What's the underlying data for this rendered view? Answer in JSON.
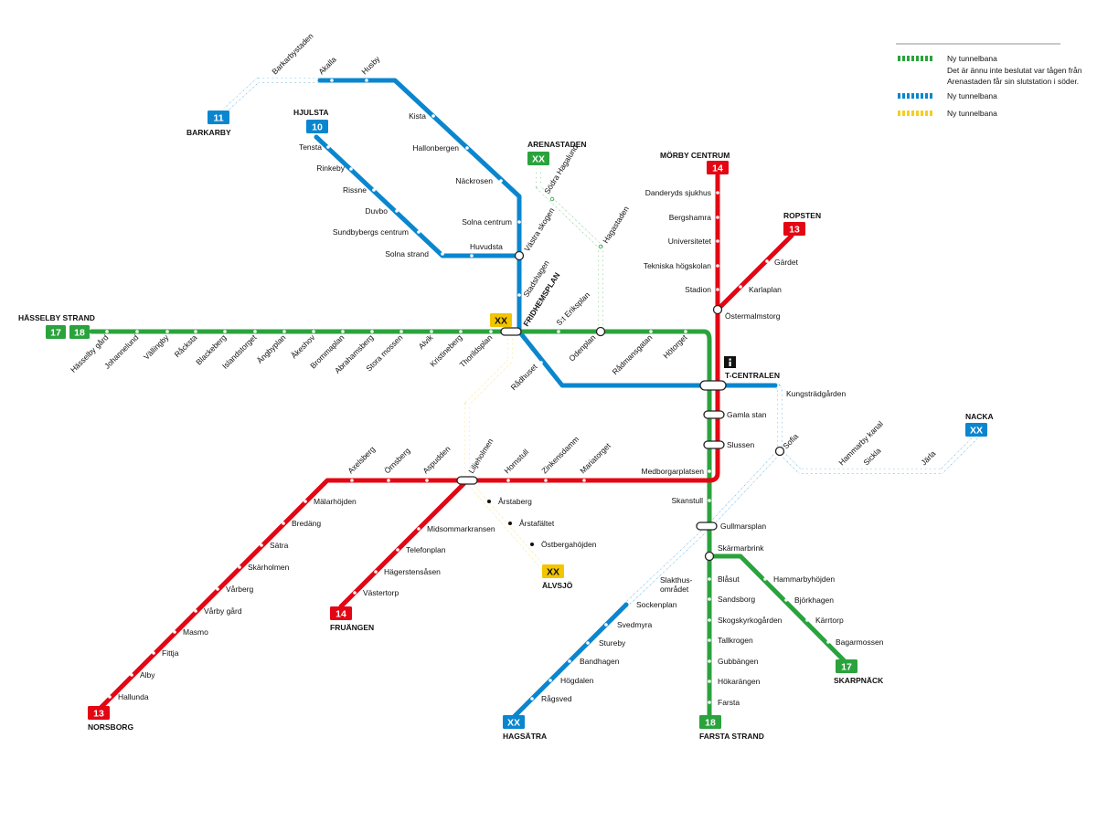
{
  "colors": {
    "red": "#e30613",
    "blue": "#0a86cf",
    "green": "#2aa33d",
    "yellow": "#f4cf1e",
    "badge_yellow": "#f2c500"
  },
  "legend": {
    "items": [
      {
        "color": "green",
        "text": "Ny tunnelbana"
      },
      {
        "color": "",
        "text": "Det är ännu inte beslutat var tågen från"
      },
      {
        "color": "",
        "text": "Arenastaden får sin slutstation i söder."
      },
      {
        "color": "blue",
        "text": "Ny tunnelbana"
      },
      {
        "color": "yellow",
        "text": "Ny tunnelbana"
      }
    ]
  },
  "badges": [
    {
      "text": "11",
      "color": "blue"
    },
    {
      "text": "10",
      "color": "blue"
    },
    {
      "text": "XX",
      "color": "green"
    },
    {
      "text": "14",
      "color": "red"
    },
    {
      "text": "13",
      "color": "red"
    },
    {
      "text": "17",
      "color": "green"
    },
    {
      "text": "18",
      "color": "green"
    },
    {
      "text": "XX",
      "color": "badge_yellow"
    },
    {
      "text": "XX",
      "color": "blue"
    },
    {
      "text": "14",
      "color": "red"
    },
    {
      "text": "XX",
      "color": "badge_yellow"
    },
    {
      "text": "13",
      "color": "red"
    },
    {
      "text": "XX",
      "color": "blue"
    },
    {
      "text": "18",
      "color": "green"
    },
    {
      "text": "17",
      "color": "green"
    }
  ],
  "terminus_labels": [
    "BARKARBY",
    "HJULSTA",
    "ARENASTADEN",
    "MÖRBY CENTRUM",
    "ROPSTEN",
    "HÄSSELBY STRAND",
    "FRIDHEMSPLAN",
    "T-CENTRALEN",
    "NACKA",
    "FRUÄNGEN",
    "ÄLVSJÖ",
    "NORSBORG",
    "HAGSÄTRA",
    "FARSTA STRAND",
    "SKARPNÄCK"
  ],
  "stations": [
    "Barkarbystaden",
    "Akalla",
    "Husby",
    "Kista",
    "Hallonbergen",
    "Näckrosen",
    "Solna centrum",
    "Västra skogen",
    "Stadshagen",
    "Tensta",
    "Rinkeby",
    "Rissne",
    "Duvbo",
    "Sundbybergs centrum",
    "Solna strand",
    "Huvudsta",
    "Södra Hagalund",
    "Hagastaden",
    "Danderyds sjukhus",
    "Bergshamra",
    "Universitetet",
    "Tekniska högskolan",
    "Stadion",
    "Östermalmstorg",
    "Gärdet",
    "Karlaplan",
    "Hässelby gård",
    "Johannelund",
    "Vällingby",
    "Råcksta",
    "Blackeberg",
    "Islandstorget",
    "Ängbyplan",
    "Åkeshov",
    "Brommaplan",
    "Abrahamsberg",
    "Stora mossen",
    "Alvik",
    "Kristineberg",
    "Thorildsplan",
    "S:t Eriksplan",
    "Odenplan",
    "Rådmansgatan",
    "Hötorget",
    "Rådhuset",
    "Kungsträdgården",
    "Gamla stan",
    "Slussen",
    "Sofia",
    "Hammarby kanal",
    "Sickla",
    "Järla",
    "Axelsberg",
    "Örnsberg",
    "Aspudden",
    "Liljeholmen",
    "Hornstull",
    "Zinkensdamm",
    "Mariatorget",
    "Medborgarplatsen",
    "Mälarhöjden",
    "Bredäng",
    "Sätra",
    "Skärholmen",
    "Vårberg",
    "Vårby gård",
    "Masmo",
    "Fittja",
    "Alby",
    "Hallunda",
    "Midsommarkransen",
    "Telefonplan",
    "Hägerstensåsen",
    "Västertorp",
    "Årstaberg",
    "Årstafältet",
    "Östbergahöjden",
    "Skanstull",
    "Gullmarsplan",
    "Skärmarbrink",
    "Slakthus-",
    "området",
    "Sockenplan",
    "Svedmyra",
    "Stureby",
    "Bandhagen",
    "Högdalen",
    "Rågsved",
    "Blåsut",
    "Sandsborg",
    "Skogskyrkogården",
    "Tallkrogen",
    "Gubbängen",
    "Hökarängen",
    "Farsta",
    "Hammarbyhöjden",
    "Björkhagen",
    "Kärrtorp",
    "Bagarmossen"
  ],
  "info_icon": "info-icon"
}
